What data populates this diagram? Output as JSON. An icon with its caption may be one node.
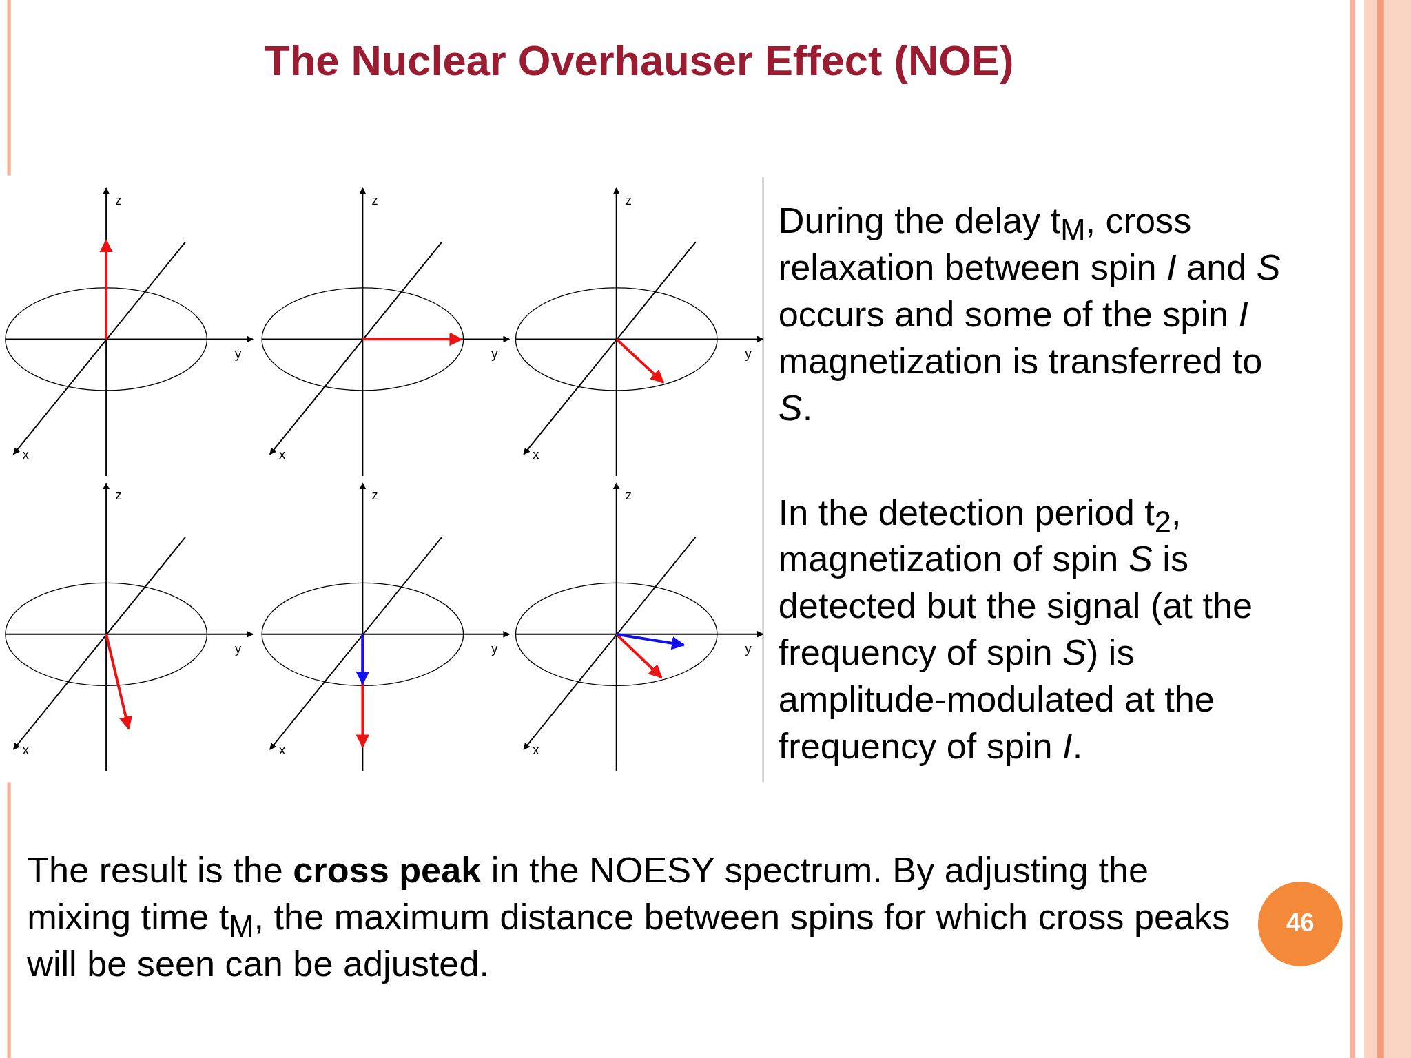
{
  "diagram": {
    "title": "The Nuclear Overhauser Effect (NOE)",
    "labels": [
      "z",
      "y",
      "x",
      "z",
      "y",
      "x",
      "z",
      "y",
      "x",
      "During the delay t$_{M}$, cross relaxation between spin *I* and *S* occurs and some of the spin *I* magnetization is transferred to *S*.",
      "z",
      "y",
      "x",
      "z",
      "y",
      "x",
      "z",
      "y",
      "x",
      "In the detection period t$_{2}$, magnetization of spin *S* is detected but the signal (at the frequency of spin *S*) is amplitude-modulated at the frequency of spin *I*.",
      "The result is the **cross peak** in the NOESY spectrum. By adjusting the mixing time t$_{M}$, the maximum distance between spins for which cross peaks will be seen can be adjusted.",
      "46"
    ]
  }
}
